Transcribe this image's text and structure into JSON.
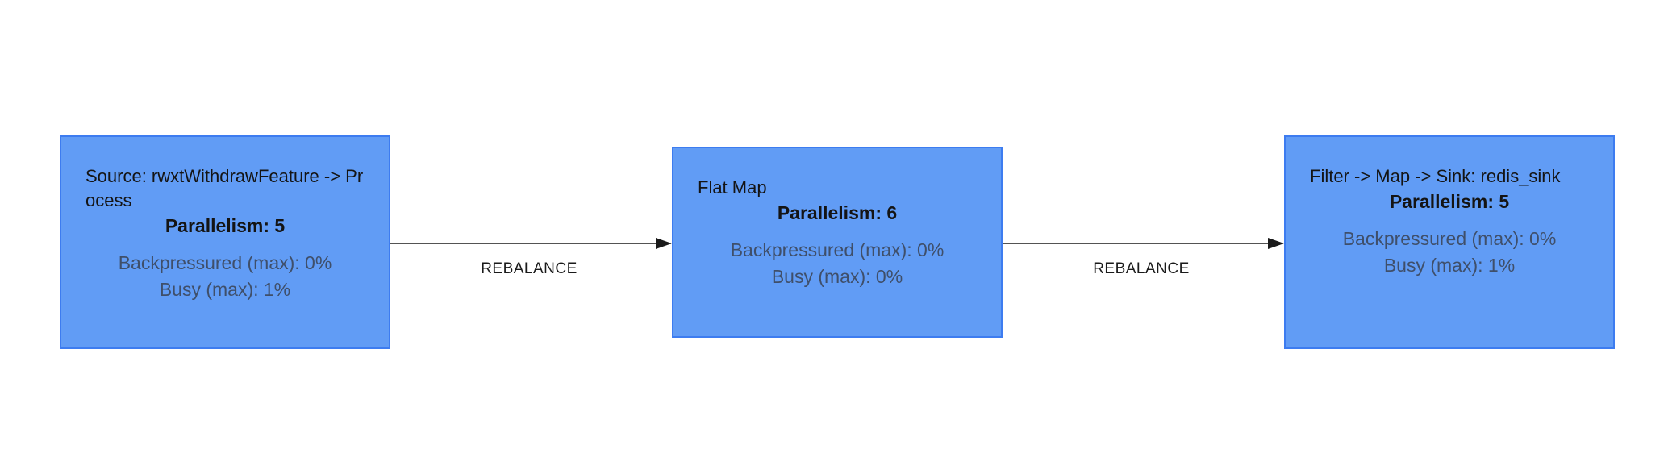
{
  "nodes": [
    {
      "title": "Source: rwxtWithdrawFeature -> Process",
      "parallelism": "Parallelism: 5",
      "backpressured": "Backpressured (max): 0%",
      "busy": "Busy (max): 1%"
    },
    {
      "title": "Flat Map",
      "parallelism": "Parallelism: 6",
      "backpressured": "Backpressured (max): 0%",
      "busy": "Busy (max): 0%"
    },
    {
      "title": "Filter -> Map -> Sink: redis_sink",
      "parallelism": "Parallelism: 5",
      "backpressured": "Backpressured (max): 0%",
      "busy": "Busy (max): 1%"
    }
  ],
  "edges": [
    {
      "label": "REBALANCE"
    },
    {
      "label": "REBALANCE"
    }
  ],
  "colors": {
    "node_fill": "#619cf5",
    "node_border": "#3d7cf0",
    "edge": "#1a1a1a"
  }
}
